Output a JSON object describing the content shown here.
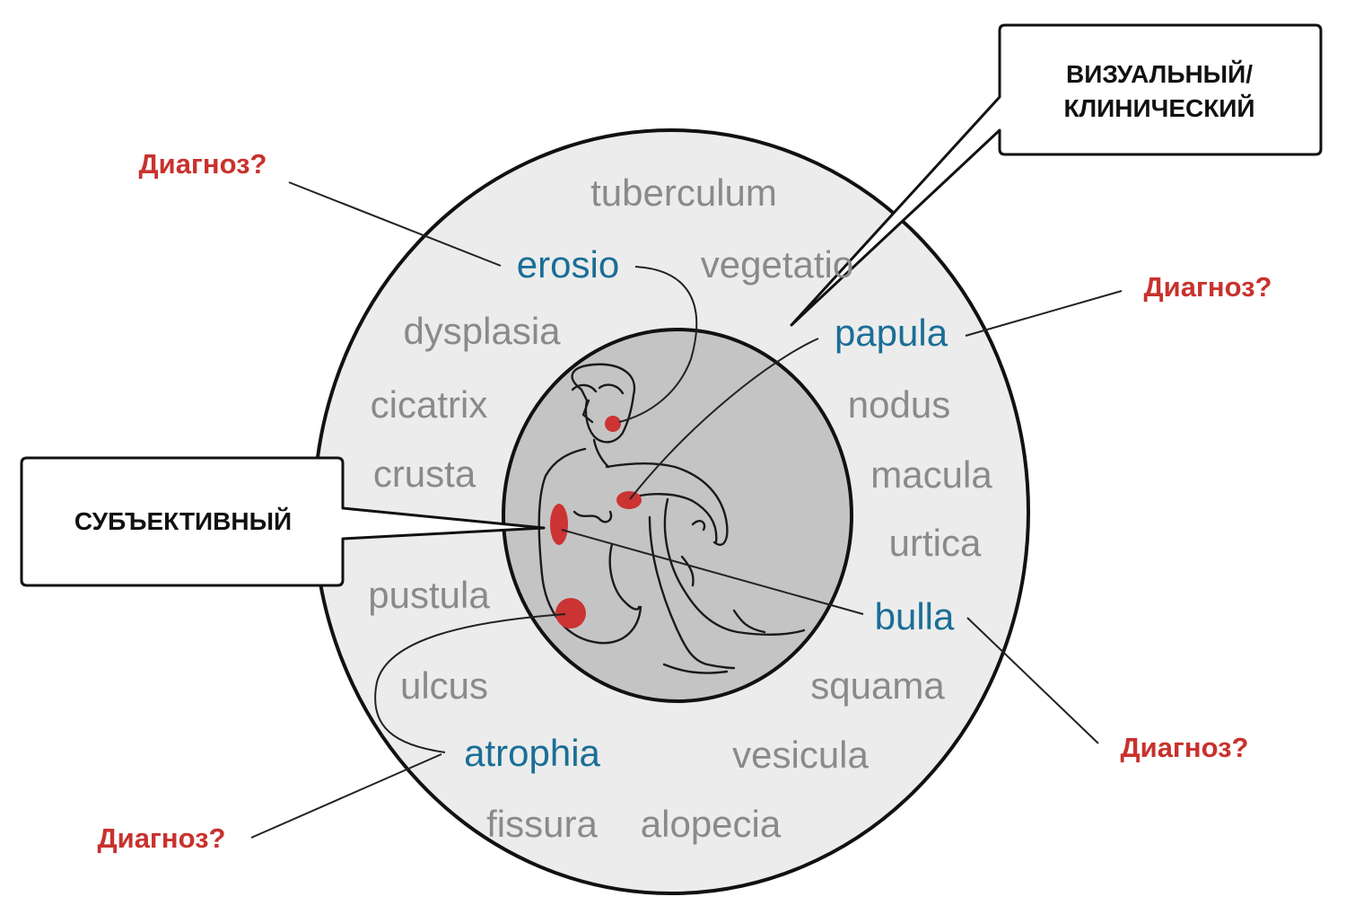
{
  "callouts": {
    "visual": {
      "line1": "ВИЗУАЛЬНЫЙ/",
      "line2": "КЛИНИЧЕСКИЙ"
    },
    "subjective": {
      "label": "СУБЪЕКТИВНЫЙ"
    }
  },
  "diagnosis_labels": {
    "top_left": "Диагноз?",
    "right_upper": "Диагноз?",
    "right_lower": "Диагноз?",
    "bottom_left": "Диагноз?"
  },
  "terms": {
    "tuberculum": "tuberculum",
    "erosio": "erosio",
    "vegetatio": "vegetatio",
    "dysplasia": "dysplasia",
    "papula": "papula",
    "cicatrix": "cicatrix",
    "nodus": "nodus",
    "crusta": "crusta",
    "macula": "macula",
    "urtica": "urtica",
    "pustula": "pustula",
    "bulla": "bulla",
    "ulcus": "ulcus",
    "squama": "squama",
    "atrophia": "atrophia",
    "vesicula": "vesicula",
    "fissura": "fissura",
    "alopecia": "alopecia"
  },
  "highlighted_terms": [
    "erosio",
    "papula",
    "bulla",
    "atrophia"
  ],
  "colors": {
    "outer_circle": "#ececec",
    "inner_circle": "#c4c4c4",
    "term_gray": "#8a8a8a",
    "term_highlight": "#1a6e96",
    "diagnosis_red": "#c8322e",
    "lesion_red": "#cc3333"
  }
}
